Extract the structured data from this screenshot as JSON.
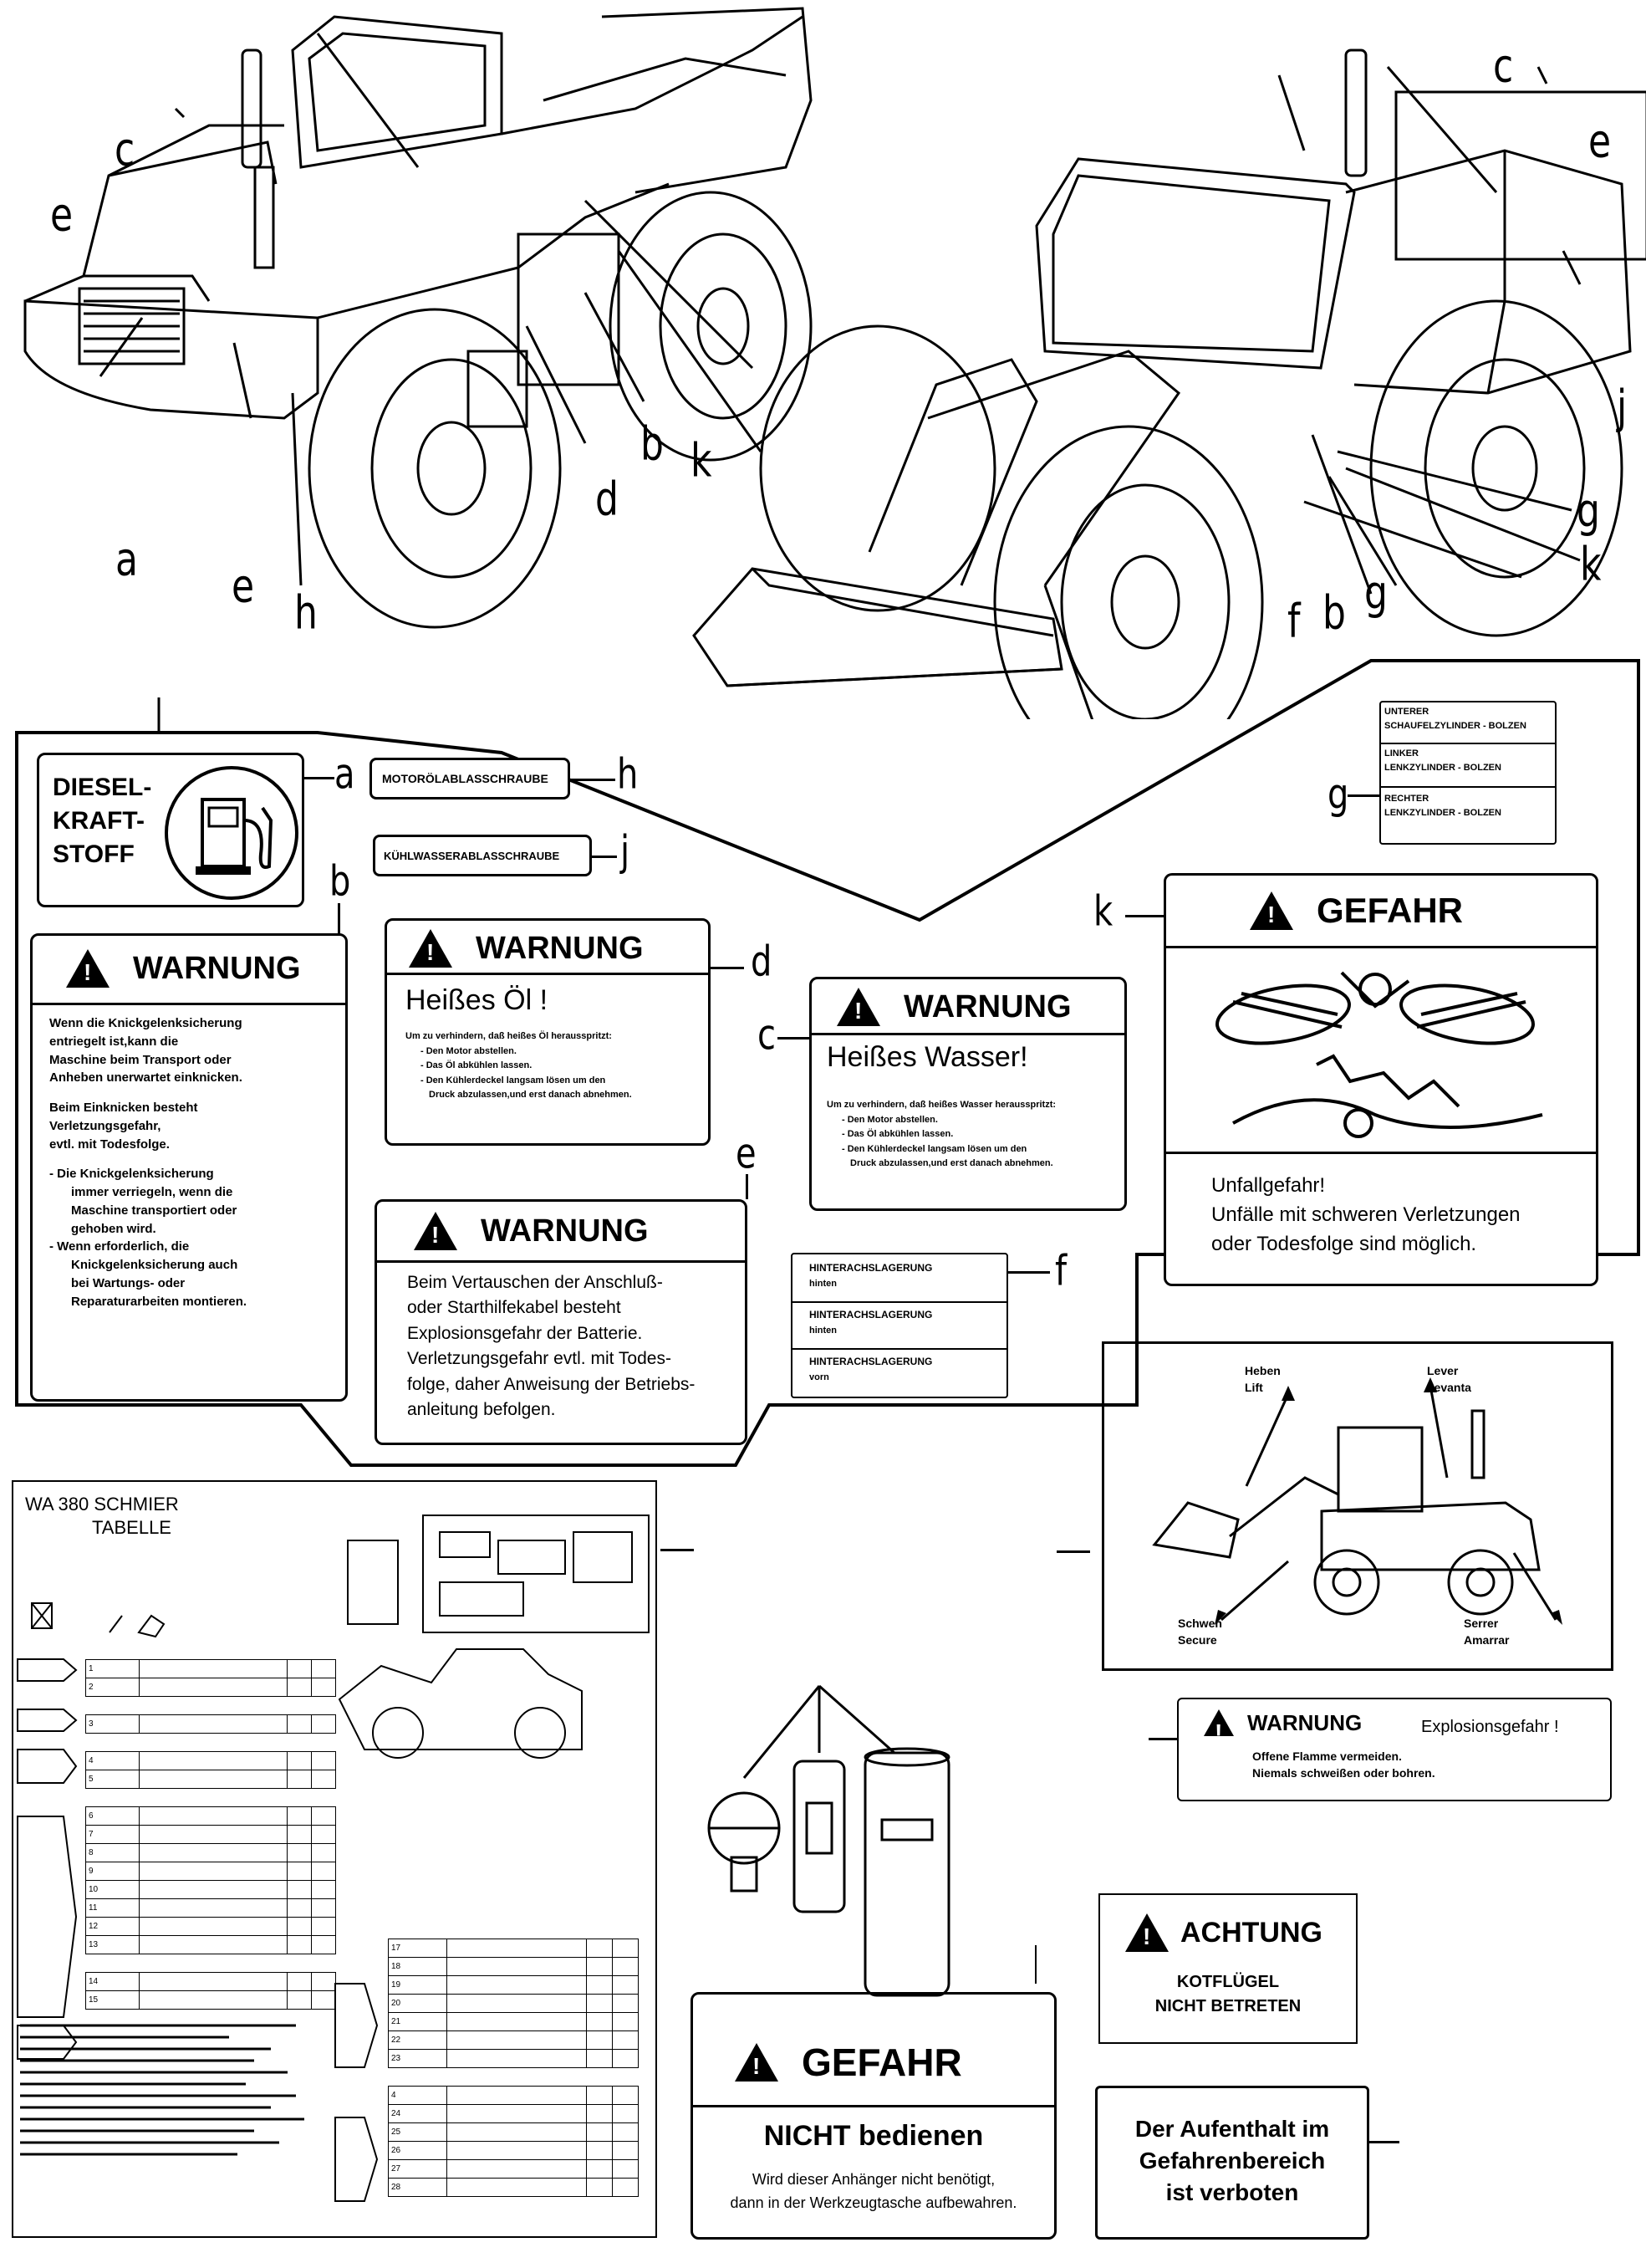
{
  "letters": {
    "left": [
      "c",
      "e",
      "b",
      "k",
      "d",
      "a",
      "e",
      "h"
    ],
    "right": [
      "c",
      "e",
      "j",
      "g",
      "k",
      "f",
      "b",
      "g"
    ]
  },
  "labels": {
    "a": {
      "letter": "a",
      "lines": [
        "DIESEL-",
        "KRAFT-",
        "STOFF"
      ],
      "icon": "fuel-pump-icon"
    },
    "h": {
      "letter": "h",
      "text": "MOTORÖLABLASSCHRAUBE"
    },
    "j": {
      "letter": "j",
      "text": "KÜHLWASSERABLASSCHRAUBE"
    },
    "g": {
      "letter": "g",
      "rows": [
        [
          "UNTERER",
          "SCHAUFELZYLINDER - BOLZEN"
        ],
        [
          "LINKER",
          "LENKZYLINDER - BOLZEN"
        ],
        [
          "RECHTER",
          "LENKZYLINDER - BOLZEN"
        ]
      ]
    },
    "b": {
      "letter": "b",
      "title": "WARNUNG",
      "p1": [
        "Wenn die Knickgelenksicherung",
        "entriegelt ist,kann die",
        "Maschine beim Transport oder",
        "Anheben unerwartet einknicken."
      ],
      "p2": [
        "Beim Einknicken besteht",
        "Verletzungsgefahr,",
        "evtl. mit Todesfolge."
      ],
      "bullets": [
        [
          "- Die Knickgelenksicherung",
          "immer verriegeln, wenn die",
          "Maschine transportiert oder",
          "gehoben wird."
        ],
        [
          "- Wenn erforderlich, die",
          "Knickgelenksicherung auch",
          "bei Wartungs- oder",
          "Reparaturarbeiten montieren."
        ]
      ]
    },
    "d": {
      "letter": "d",
      "title": "WARNUNG",
      "subtitle": "Heißes Öl !",
      "intro": "Um zu verhindern, daß heißes Öl herausspritzt:",
      "items": [
        "- Den Motor abstellen.",
        "- Das Öl abkühlen lassen.",
        "- Den Kühlerdeckel langsam lösen um den",
        "Druck abzulassen,und erst danach abnehmen."
      ]
    },
    "c": {
      "letter": "c",
      "title": "WARNUNG",
      "subtitle": "Heißes Wasser!",
      "intro": "Um zu verhindern, daß heißes Wasser herausspritzt:",
      "items": [
        "- Den Motor abstellen.",
        "- Das Öl abkühlen lassen.",
        "- Den Kühlerdeckel langsam lösen um den",
        "Druck abzulassen,und erst danach abnehmen."
      ]
    },
    "e": {
      "letter": "e",
      "title": "WARNUNG",
      "lines": [
        "Beim Vertauschen der Anschluß-",
        "oder Starthilfekabel besteht",
        "Explosionsgefahr der Batterie.",
        "Verletzungsgefahr evtl. mit Todes-",
        "folge, daher Anweisung der Betriebs-",
        "anleitung befolgen."
      ]
    },
    "k": {
      "letter": "k",
      "title": "GEFAHR",
      "lines": [
        "Unfallgefahr!",
        "Unfälle mit schweren Verletzungen",
        "oder Todesfolge sind möglich."
      ]
    },
    "f": {
      "letter": "f",
      "rows": [
        [
          "HINTERACHSLAGERUNG",
          "hinten"
        ],
        [
          "HINTERACHSLAGERUNG",
          "hinten"
        ],
        [
          "HINTERACHSLAGERUNG",
          "vorn"
        ]
      ]
    }
  },
  "lube_chart": {
    "title": [
      "WA 380 SCHMIER",
      "TABELLE"
    ],
    "rows": [
      "1",
      "2",
      "3",
      "4",
      "5",
      "6",
      "7",
      "8",
      "9",
      "10",
      "11",
      "12",
      "13",
      "14",
      "15"
    ],
    "rows2": [
      "17",
      "18",
      "19",
      "20",
      "21",
      "22",
      "23",
      "4",
      "24",
      "25",
      "26",
      "27",
      "28"
    ]
  },
  "lift_decal": {
    "top_left": [
      "Heben",
      "Lift"
    ],
    "top_right": [
      "Lever",
      "Levanta"
    ],
    "bottom_left": [
      "Schwen",
      "Secure"
    ],
    "bottom_right": [
      "Serrer",
      "Amarrar"
    ]
  },
  "explosion": {
    "title": "WARNUNG",
    "right": "Explosionsgefahr !",
    "lines": [
      "Offene Flamme vermeiden.",
      "Niemals schweißen oder bohren."
    ]
  },
  "achtung": {
    "title": "ACHTUNG",
    "lines": [
      "KOTFLÜGEL",
      "NICHT BETRETEN"
    ]
  },
  "gefahr2": {
    "title": "GEFAHR",
    "big": "NICHT bedienen",
    "lines": [
      "Wird dieser Anhänger nicht benötigt,",
      "dann in der Werkzeugtasche aufbewahren."
    ]
  },
  "danger_zone": {
    "lines": [
      "Der Aufenthalt im",
      "Gefahrenbereich",
      "ist verboten"
    ]
  }
}
